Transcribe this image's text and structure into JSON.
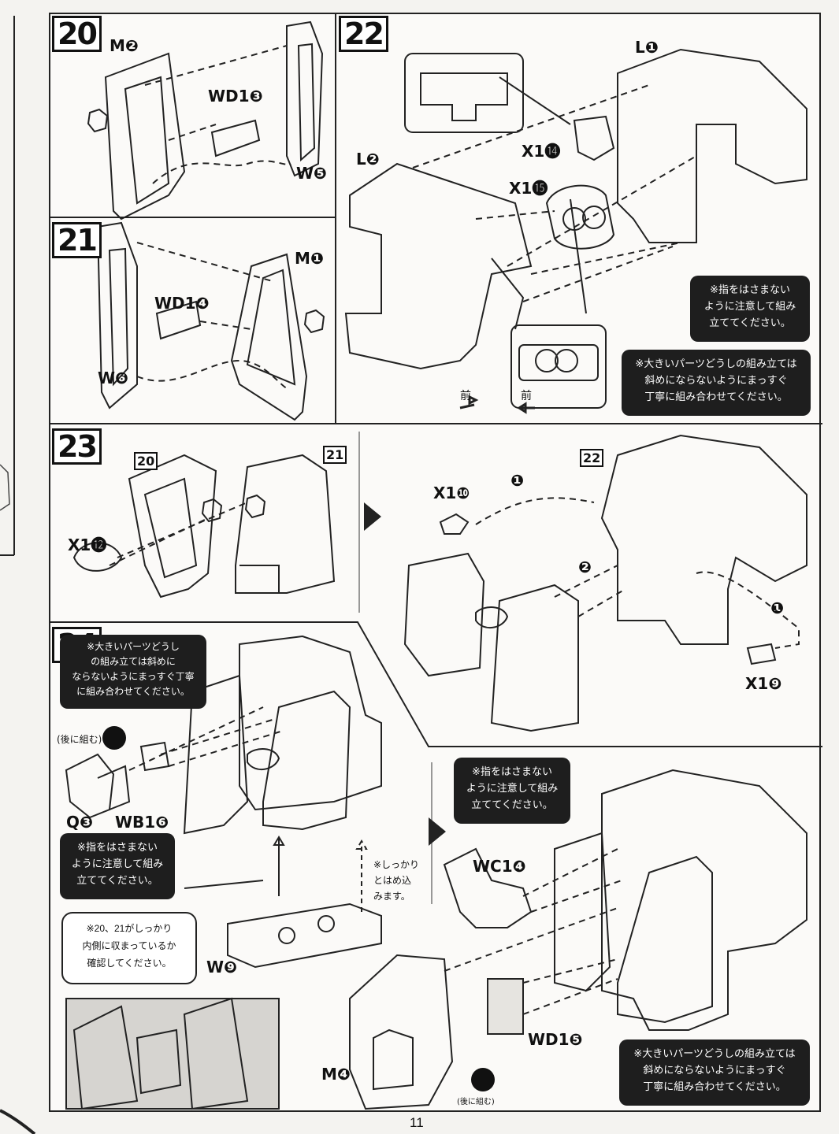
{
  "steps": {
    "s20": {
      "number": "20",
      "parts": [
        "M❷",
        "WD1❸",
        "W❺"
      ]
    },
    "s21": {
      "number": "21",
      "parts": [
        "M❶",
        "WD1❹",
        "W❻"
      ]
    },
    "s22": {
      "number": "22",
      "parts": [
        "L❶",
        "L❷",
        "X1⓮",
        "X1⓯"
      ],
      "front1": "前",
      "front2": "前",
      "note1": [
        "※指をはさまない",
        "ように注意して組み",
        "立ててください。"
      ],
      "note2": [
        "※大きいパーツどうしの組み立ては",
        "斜めにならないようにまっすぐ",
        "丁寧に組み合わせてください。"
      ]
    },
    "s23": {
      "number": "23",
      "ref20": "20",
      "ref21": "21",
      "ref22": "22",
      "parts": [
        "X1⓬",
        "X1❿",
        "X1❾"
      ],
      "order": [
        "❶",
        "❷",
        "❶"
      ]
    },
    "s24": {
      "number": "24",
      "note1": [
        "※大きいパーツどうし",
        "の組み立ては斜めに",
        "ならないようにまっすぐ丁寧",
        "に組み合わせてください。"
      ],
      "after": "(後に組む)",
      "parts": [
        "Q❸",
        "WB1❻",
        "W❾"
      ],
      "note2": [
        "※指をはさまない",
        "ように注意して組み",
        "立ててください。"
      ],
      "firm": [
        "※しっかり",
        "とはめ込",
        "みます。"
      ],
      "check": [
        "※20、21がしっかり",
        "内側に収まっているか",
        "確認してください。"
      ]
    },
    "s25": {
      "note1": [
        "※指をはさまない",
        "ように注意して組み",
        "立ててください。"
      ],
      "parts": [
        "WC1❹",
        "WD1❺",
        "M❹"
      ],
      "after": "(後に組む)",
      "note2": [
        "※大きいパーツどうしの組み立ては",
        "斜めにならないようにまっすぐ",
        "丁寧に組み合わせてください。"
      ]
    }
  },
  "page_number": "11"
}
